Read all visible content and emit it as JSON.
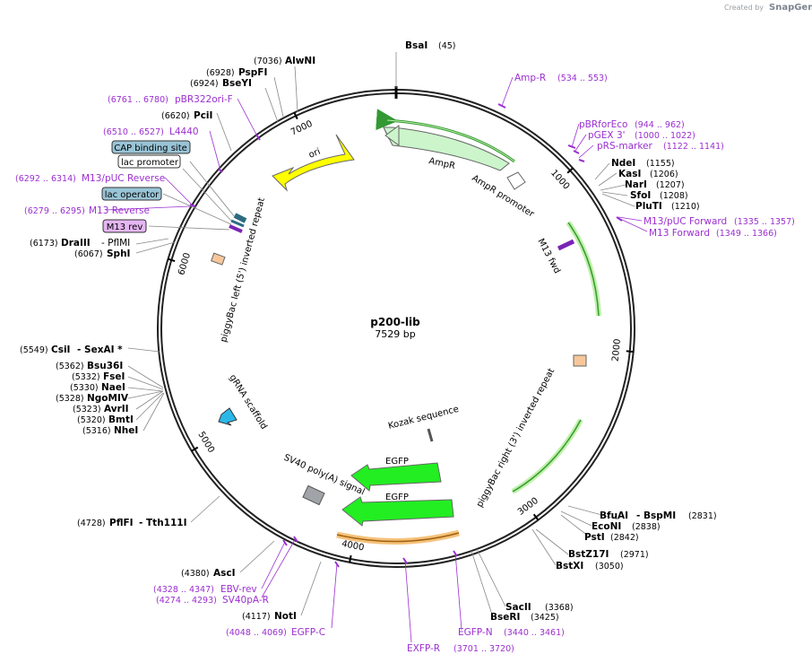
{
  "credit": {
    "prefix": "Created by",
    "brand": "SnapGene"
  },
  "plasmid": {
    "name": "p200-lib",
    "size_label": "7529 bp",
    "length": 7529
  },
  "ticks": [
    "1000",
    "2000",
    "3000",
    "4000",
    "5000",
    "6000",
    "7000"
  ],
  "enzymes": {
    "BsaI": {
      "name": "BsaI",
      "pos": "(45)"
    },
    "AlwNI": {
      "name": "AlwNI",
      "pos": "(7036)"
    },
    "PspFI": {
      "name": "PspFI",
      "pos": "(6928)"
    },
    "BseYI": {
      "name": "BseYI",
      "pos": "(6924)"
    },
    "PciI": {
      "name": "PciI",
      "pos": "(6620)"
    },
    "DraIII": {
      "name": "DraIII",
      "pos": "(6173)",
      "extra": "- PflMI"
    },
    "SphI": {
      "name": "SphI",
      "pos": "(6067)"
    },
    "CsiI": {
      "name": "CsiI",
      "pos": "(5549)",
      "extra": "- SexAI *"
    },
    "Bsu36I": {
      "name": "Bsu36I",
      "pos": "(5362)"
    },
    "FseI": {
      "name": "FseI",
      "pos": "(5332)"
    },
    "NaeI": {
      "name": "NaeI",
      "pos": "(5330)"
    },
    "NgoMIV": {
      "name": "NgoMIV",
      "pos": "(5328)"
    },
    "AvrII": {
      "name": "AvrII",
      "pos": "(5323)"
    },
    "BmtI": {
      "name": "BmtI",
      "pos": "(5320)"
    },
    "NheI": {
      "name": "NheI",
      "pos": "(5316)"
    },
    "PflFI": {
      "name": "PflFI",
      "pos": "(4728)",
      "extra": "- Tth111I"
    },
    "AscI": {
      "name": "AscI",
      "pos": "(4380)"
    },
    "NotI": {
      "name": "NotI",
      "pos": "(4117)"
    },
    "NdeI": {
      "name": "NdeI",
      "pos": "(1155)"
    },
    "KasI": {
      "name": "KasI",
      "pos": "(1206)"
    },
    "NarI": {
      "name": "NarI",
      "pos": "(1207)"
    },
    "SfoI": {
      "name": "SfoI",
      "pos": "(1208)"
    },
    "PluTI": {
      "name": "PluTI",
      "pos": "(1210)"
    },
    "BfuAI": {
      "name": "BfuAI",
      "extra": "- BspMI",
      "pos": "(2831)"
    },
    "EcoNI": {
      "name": "EcoNI",
      "pos": "(2838)"
    },
    "PstI": {
      "name": "PstI",
      "pos": "(2842)"
    },
    "BstZ17I": {
      "name": "BstZ17I",
      "pos": "(2971)"
    },
    "BstXI": {
      "name": "BstXI",
      "pos": "(3050)"
    },
    "SacII": {
      "name": "SacII",
      "pos": "(3368)"
    },
    "BseRI": {
      "name": "BseRI",
      "pos": "(3425)"
    }
  },
  "primers": {
    "AmpR": {
      "name": "Amp-R",
      "range": "(534 .. 553)"
    },
    "pBRforEco": {
      "name": "pBRforEco",
      "range": "(944 .. 962)"
    },
    "pGEX3": {
      "name": "pGEX 3'",
      "range": "(1000 .. 1022)"
    },
    "pRSmarker": {
      "name": "pRS-marker",
      "range": "(1122 .. 1141)"
    },
    "M13pUCFwd": {
      "name": "M13/pUC Forward",
      "range": "(1335 .. 1357)"
    },
    "M13Fwd": {
      "name": "M13 Forward",
      "range": "(1349 .. 1366)"
    },
    "pBR322ori": {
      "name": "pBR322ori-F",
      "range": "(6761 .. 6780)"
    },
    "L4440": {
      "name": "L4440",
      "range": "(6510 .. 6527)"
    },
    "M13pUCRev": {
      "name": "M13/pUC Reverse",
      "range": "(6292 .. 6314)"
    },
    "M13Rev": {
      "name": "M13 Reverse",
      "range": "(6279 .. 6295)"
    },
    "EBVrev": {
      "name": "EBV-rev",
      "range": "(4328 .. 4347)"
    },
    "SV40pAR": {
      "name": "SV40pA-R",
      "range": "(4274 .. 4293)"
    },
    "EGFPC": {
      "name": "EGFP-C",
      "range": "(4048 .. 4069)"
    },
    "EXFPR": {
      "name": "EXFP-R",
      "range": "(3701 .. 3720)"
    },
    "EGFPN": {
      "name": "EGFP-N",
      "range": "(3440 .. 3461)"
    }
  },
  "boxes": {
    "cap": "CAP binding site",
    "lacpromoter": "lac promoter",
    "lacoperator": "lac operator",
    "m13rev": "M13 rev"
  },
  "features": {
    "ori": "ori",
    "ampr": "AmpR",
    "amprpromoter": "AmpR promoter",
    "m13fwd": "M13 fwd",
    "pbright": "piggyBac right (3') inverted repeat",
    "pbleft": "piggyBac left (5') inverted repeat",
    "kozak": "Kozak sequence",
    "egfp1": "EGFP",
    "egfp2": "EGFP",
    "sv40": "SV40 poly(A) signal",
    "grna": "gRNA scaffold"
  },
  "colors": {
    "ori": "#ffff00",
    "ampr": "#ccf5cc",
    "egfp": "#22ee22",
    "orange_band": "#f5c27a",
    "green_band": "#bff0a8",
    "primer": "#9b2fd0",
    "lac_box": "#99c4d6",
    "m13rev_box": "#e6b6f2",
    "grna": "#2bb8e8",
    "sv40": "#a0a4a8",
    "repeat_box": "#f7c79b"
  }
}
